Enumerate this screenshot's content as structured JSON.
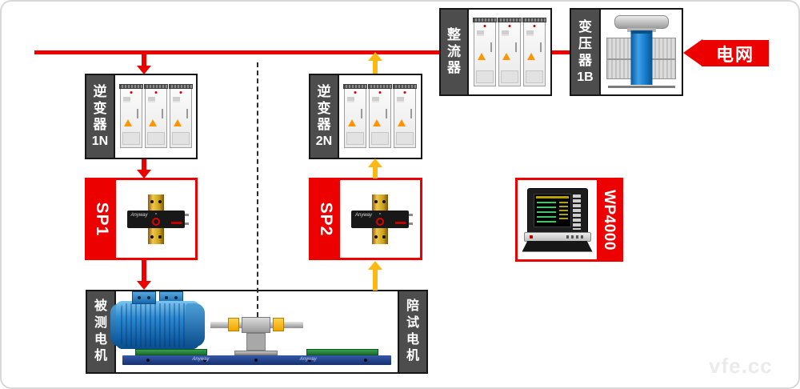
{
  "blocks": {
    "grid": {
      "label": "电网"
    },
    "transformer": {
      "label": "变压器",
      "id": "1B"
    },
    "rectifier": {
      "label": "整流器"
    },
    "inverter_1n": {
      "label": "逆变器",
      "id": "1N"
    },
    "inverter_2n": {
      "label": "逆变器",
      "id": "2N"
    },
    "sensor_sp1": {
      "label": "SP1"
    },
    "sensor_sp2": {
      "label": "SP2"
    },
    "analyzer": {
      "label": "WP4000"
    },
    "motor_under_test": {
      "label": "被测电机"
    },
    "companion_motor": {
      "label": "陪试电机"
    }
  },
  "branding": {
    "sensor_brand": "Anyway",
    "bench_brand": "Anyway",
    "watermark": "vfe.cc"
  },
  "colors": {
    "flow_red": "#ec0000",
    "flow_yellow": "#fdb813",
    "label_strip_gray": "#4d4d4d",
    "motor_blue": "#1f7fd0",
    "bench_rail_navy": "#1c3f8f",
    "sensor_gold": "#d4a017"
  }
}
